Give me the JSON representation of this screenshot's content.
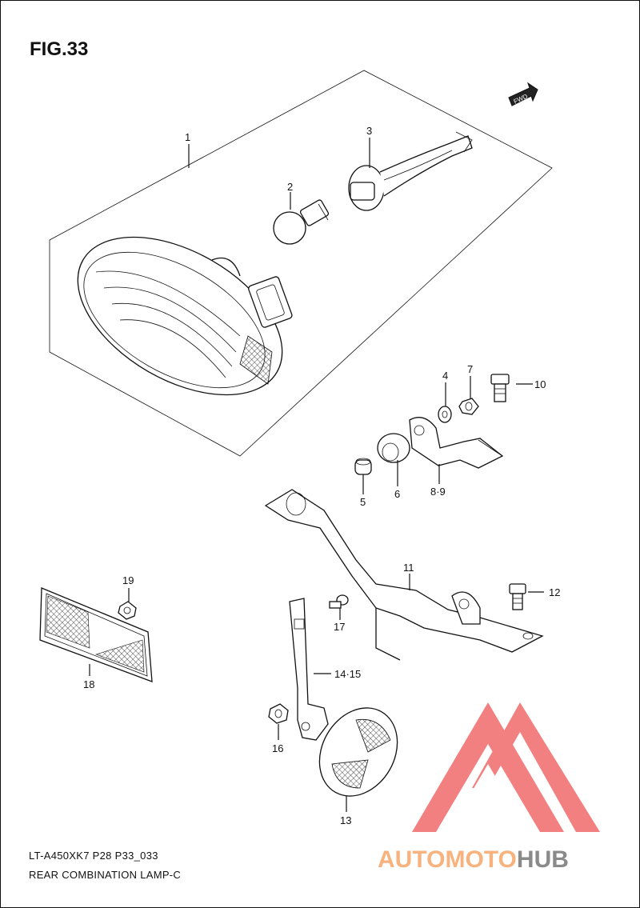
{
  "figure": {
    "title": "FIG.33",
    "code": "LT-A450XK7 P28 P33_033",
    "name": "REAR COMBINATION LAMP-C",
    "fwd_label": "FWD"
  },
  "callouts": [
    {
      "id": "c1",
      "label": "1"
    },
    {
      "id": "c2",
      "label": "2"
    },
    {
      "id": "c3",
      "label": "3"
    },
    {
      "id": "c4",
      "label": "4"
    },
    {
      "id": "c5",
      "label": "5"
    },
    {
      "id": "c6",
      "label": "6"
    },
    {
      "id": "c7",
      "label": "7"
    },
    {
      "id": "c89",
      "label": "8·9"
    },
    {
      "id": "c10",
      "label": "10"
    },
    {
      "id": "c11",
      "label": "11"
    },
    {
      "id": "c12",
      "label": "12"
    },
    {
      "id": "c13",
      "label": "13"
    },
    {
      "id": "c1415",
      "label": "14·15"
    },
    {
      "id": "c16",
      "label": "16"
    },
    {
      "id": "c17",
      "label": "17"
    },
    {
      "id": "c18",
      "label": "18"
    },
    {
      "id": "c19",
      "label": "19"
    }
  ],
  "watermark": {
    "part1": "AUTOMOTO",
    "part2": "HUB",
    "color1": "#f7b27d",
    "color2": "#8a8a8a",
    "logo_color": "#f26b6b"
  }
}
